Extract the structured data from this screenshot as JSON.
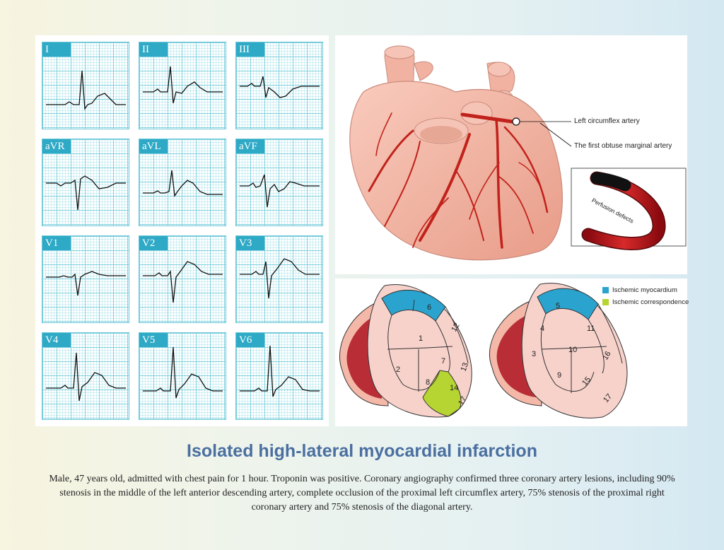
{
  "ecg": {
    "leads": [
      {
        "label": "I"
      },
      {
        "label": "II"
      },
      {
        "label": "III"
      },
      {
        "label": "aVR"
      },
      {
        "label": "aVL"
      },
      {
        "label": "aVF"
      },
      {
        "label": "V1"
      },
      {
        "label": "V2"
      },
      {
        "label": "V3"
      },
      {
        "label": "V4"
      },
      {
        "label": "V5"
      },
      {
        "label": "V6"
      }
    ]
  },
  "heart": {
    "annotations": {
      "lcx": "Left circumflex artery",
      "om1": "The first obtuse marginal artery",
      "perfusion": "Perfusion defects"
    }
  },
  "bullseye": {
    "legend": [
      {
        "label": "Ischemic myocardium",
        "color": "#2aa4cf"
      },
      {
        "label": "Ischemic correspondence",
        "color": "#b6d432"
      }
    ],
    "left_segments": [
      "1",
      "2",
      "6",
      "7",
      "8",
      "12",
      "13",
      "14",
      "17"
    ],
    "right_segments": [
      "3",
      "4",
      "5",
      "9",
      "10",
      "11",
      "15",
      "16",
      "17"
    ]
  },
  "text": {
    "title": "Isolated high-lateral myocardial infarction",
    "caption": "Male, 47 years old, admitted with chest pain for 1 hour. Troponin was positive. Coronary angiography confirmed three coronary artery lesions, including 90% stenosis in the middle of the left anterior descending artery, complete occlusion of the proximal left circumflex artery, 75% stenosis of the proximal right coronary artery and 75% stenosis of the diagonal artery."
  },
  "colors": {
    "ecg_label": "#2ea9c6",
    "artery": "#c1221b",
    "heart": "#f4b8a8",
    "segment": "#f7d2cb",
    "title": "#4a6fa0"
  }
}
